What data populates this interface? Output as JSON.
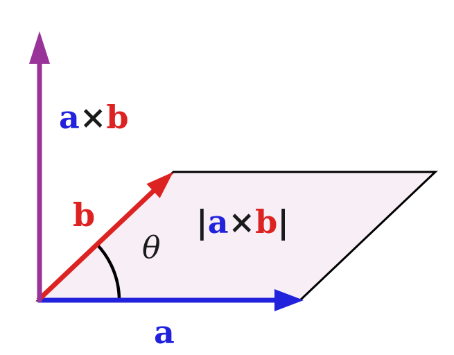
{
  "diagram": {
    "description": "Cross product of two vectors: the magnitude |a×b| equals the area of the parallelogram spanned by a and b; a×b is perpendicular to both.",
    "labels": {
      "cross_vector": {
        "a": "a",
        "times": "×",
        "b": "b"
      },
      "vector_b": "b",
      "angle": "θ",
      "area": {
        "open": "|",
        "a": "a",
        "times": "×",
        "b": "b",
        "close": "|"
      },
      "vector_a": "a"
    },
    "colors": {
      "vector_a": "#2222dd",
      "vector_b": "#dd2222",
      "cross_vector": "#993399",
      "parallelogram_fill": "#f8eef6",
      "outline": "#000000",
      "text": "#1a1a1a",
      "background": "#ffffff"
    }
  }
}
